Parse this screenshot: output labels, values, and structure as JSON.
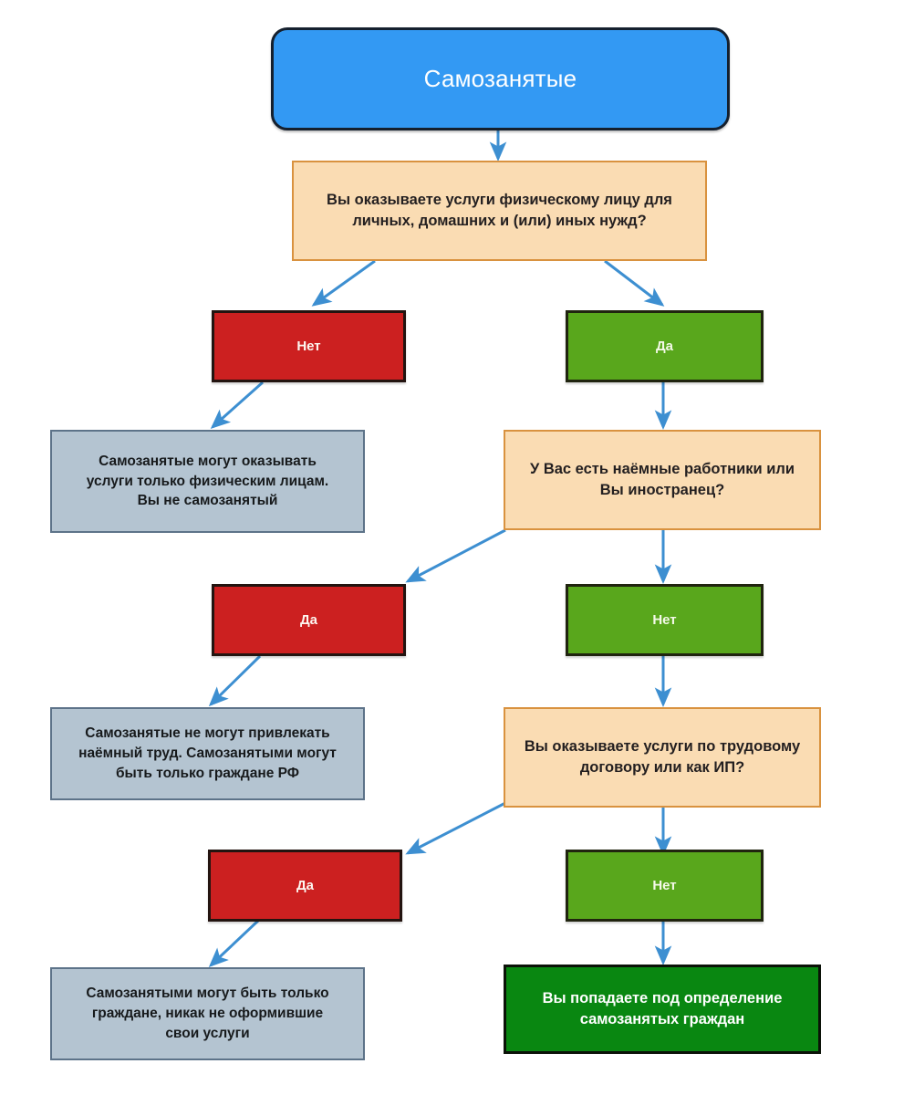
{
  "diagram": {
    "title": "Самозанятые",
    "colors": {
      "root": "#3399f3",
      "question": "#fadcb3",
      "question_border": "#d9923f",
      "answer_red": "#cc2020",
      "answer_green": "#59a71c",
      "outcome": "#b4c4d1",
      "success": "#098711",
      "arrow": "#3d8fd1"
    },
    "nodes": {
      "root": {
        "label": "Самозанятые"
      },
      "q1": {
        "label": "Вы оказываете услуги физическому лицу для\nличных, домашних и (или) иных нужд?"
      },
      "q1_no": {
        "label": "Нет"
      },
      "q1_yes": {
        "label": "Да"
      },
      "out1": {
        "label": "Самозанятые могут оказывать\nуслуги только физическим лицам.\nВы не самозанятый"
      },
      "q2": {
        "label": "У Вас есть наёмные работники или\nВы иностранец?"
      },
      "q2_yes": {
        "label": "Да"
      },
      "q2_no": {
        "label": "Нет"
      },
      "out2": {
        "label": "Самозанятые не могут привлекать\nнаёмный труд. Самозанятыми могут\nбыть только граждане РФ"
      },
      "q3": {
        "label": "Вы оказываете услуги по трудовому\nдоговору или как ИП?"
      },
      "q3_yes": {
        "label": "Да"
      },
      "q3_no": {
        "label": "Нет"
      },
      "out3": {
        "label": "Самозанятыми могут быть только\nграждане, никак не оформившие\nсвои услуги"
      },
      "out4": {
        "label": "Вы попадаете под определение\nсамозанятых граждан"
      }
    },
    "edges": [
      {
        "name": "root-to-q1",
        "from": "root",
        "to": "q1",
        "kind": "vertical"
      },
      {
        "name": "q1-to-no",
        "from": "q1",
        "to": "q1_no",
        "kind": "diagonal-left"
      },
      {
        "name": "q1-to-yes",
        "from": "q1",
        "to": "q1_yes",
        "kind": "diagonal-right"
      },
      {
        "name": "no-to-out1",
        "from": "q1_no",
        "to": "out1",
        "kind": "diagonal-left"
      },
      {
        "name": "yes-to-q2",
        "from": "q1_yes",
        "to": "q2",
        "kind": "vertical"
      },
      {
        "name": "q2-to-yes",
        "from": "q2",
        "to": "q2_yes",
        "kind": "diagonal-left"
      },
      {
        "name": "q2-to-no",
        "from": "q2",
        "to": "q2_no",
        "kind": "vertical"
      },
      {
        "name": "yes2-to-out2",
        "from": "q2_yes",
        "to": "out2",
        "kind": "diagonal-left"
      },
      {
        "name": "no2-to-q3",
        "from": "q2_no",
        "to": "q3",
        "kind": "vertical"
      },
      {
        "name": "q3-to-yes",
        "from": "q3",
        "to": "q3_yes",
        "kind": "diagonal-left"
      },
      {
        "name": "q3-to-no",
        "from": "q3",
        "to": "q3_no",
        "kind": "vertical"
      },
      {
        "name": "yes3-to-out3",
        "from": "q3_yes",
        "to": "out3",
        "kind": "diagonal-left"
      },
      {
        "name": "no3-to-out4",
        "from": "q3_no",
        "to": "out4",
        "kind": "vertical"
      }
    ]
  }
}
